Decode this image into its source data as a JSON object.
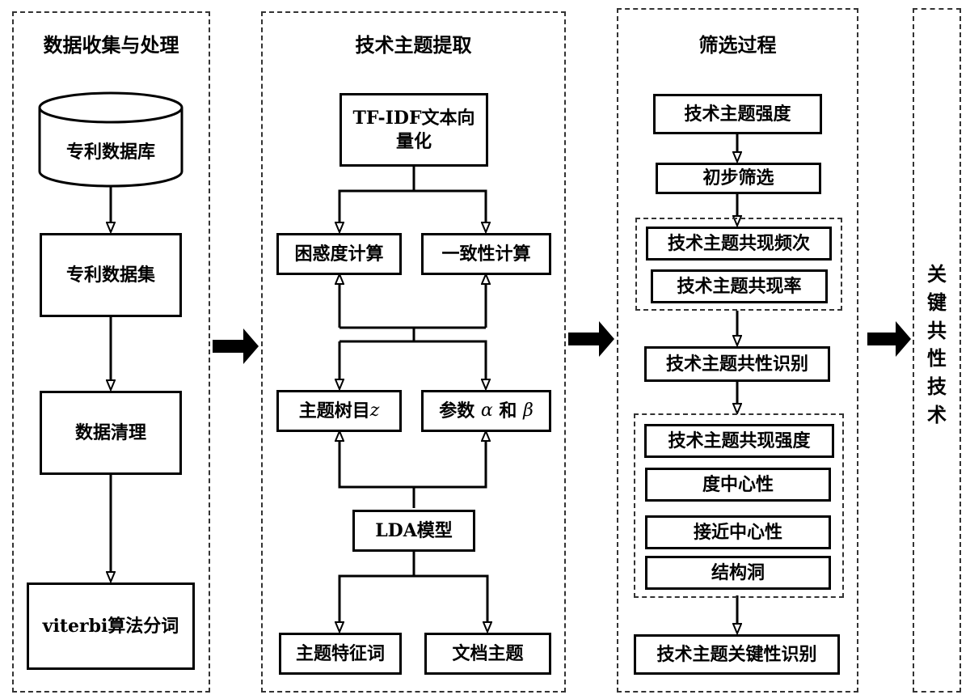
{
  "panels": {
    "collect": "数据收集与处理",
    "extract": "技术主题提取",
    "filter": "筛选过程"
  },
  "collect": {
    "database": "专利数据库",
    "dataset": "专利数据集",
    "cleaning": "数据清理",
    "segmentation": "viterbi算法分词"
  },
  "extract": {
    "tfidf": "TF-IDF文本向量化",
    "perplexity": "困惑度计算",
    "coherence": "一致性计算",
    "topic_count_prefix": "主题树目",
    "topic_count_var": "z",
    "param_prefix": "参数",
    "param_alpha": "α",
    "param_and": "和",
    "param_beta": "β",
    "lda": "LDA模型",
    "feature_words": "主题特征词",
    "doc_topics": "文档主题"
  },
  "filter": {
    "strength": "技术主题强度",
    "initial": "初步筛选",
    "cooccur_freq": "技术主题共现频次",
    "cooccur_rate": "技术主题共现率",
    "commonality": "技术主题共性识别",
    "cooccur_strength": "技术主题共现强度",
    "degree": "度中心性",
    "closeness": "接近中心性",
    "structural_hole": "结构洞",
    "key": "技术主题关键性识别"
  },
  "result": "关键共性技术"
}
